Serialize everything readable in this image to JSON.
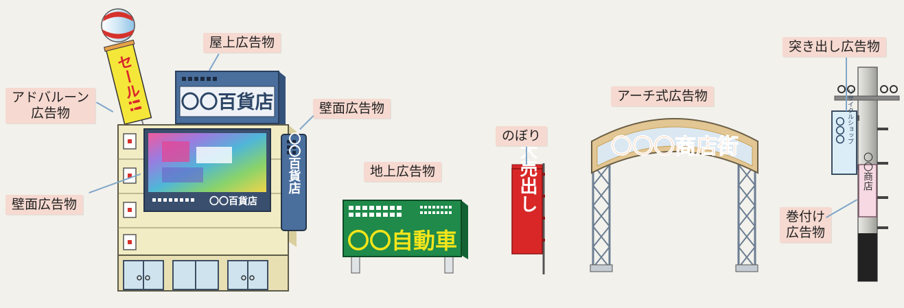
{
  "labels": {
    "ad_balloon_line1": "アドバルーン",
    "ad_balloon_line2": "広告物",
    "rooftop": "屋上広告物",
    "wall_right": "壁面広告物",
    "wall_left": "壁面広告物",
    "ground": "地上広告物",
    "nobori": "のぼり",
    "arch": "アーチ式広告物",
    "projecting": "突き出し広告物",
    "wrap_line1": "巻付け",
    "wrap_line2": "広告物"
  },
  "signs": {
    "balloon_banner": "セール!!",
    "rooftop_sign": "〇〇百貨店",
    "billboard_caption": "〇〇百貨店",
    "vertical_sign": "〇〇百貨店",
    "car_dealer": "〇〇自動車",
    "nobori_text": "大売出し",
    "arch_text": "〇〇〇商店街",
    "projecting_sign_line1": "リサイクルショップ",
    "projecting_sign_line2": "〇〇〇",
    "wrap_sign": "〇〇商店"
  },
  "colors": {
    "label_bg": "#f6d9d0",
    "building": "#f2ecc4",
    "rooftop_sign": "#4a6f9d",
    "billboard_frame": "#3a4f6e",
    "ground_sign": "#1f8a4a",
    "ground_text": "#f4e51a",
    "nobori": "#d92727",
    "arch_banner": "#e2c693",
    "arch_steel": "#6c7e92",
    "pole": "#c9c9c4"
  }
}
